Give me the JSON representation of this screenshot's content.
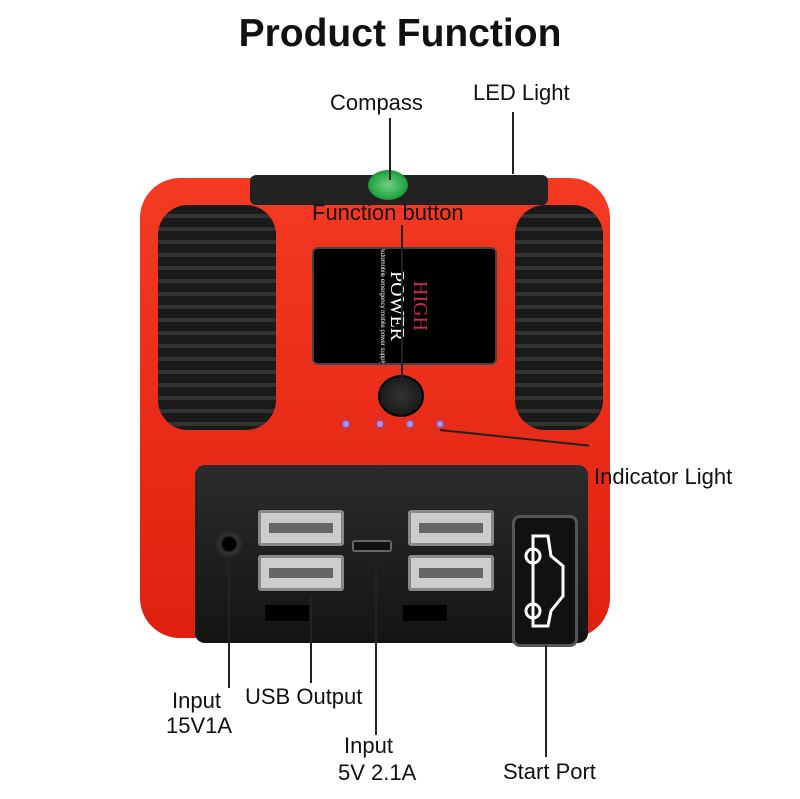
{
  "title": "Product Function",
  "labels": {
    "compass": "Compass",
    "led_light": "LED Light",
    "function_button": "Function button",
    "indicator_light": "Indicator Light",
    "input_15v_line1": "Input",
    "input_15v_line2": "15V1A",
    "usb_output": "USB Output",
    "input_5v_line1": "Input",
    "input_5v_line2": "5V 2.1A",
    "start_port": "Start Port"
  },
  "device_screen": {
    "brand_high": "HIGH",
    "brand_power": "POWER",
    "tagline": "Automobile emergency mobile power supply"
  },
  "colors": {
    "body": "#e8281a",
    "accent_text": "#d2275a",
    "indicator": "#9999ff"
  }
}
